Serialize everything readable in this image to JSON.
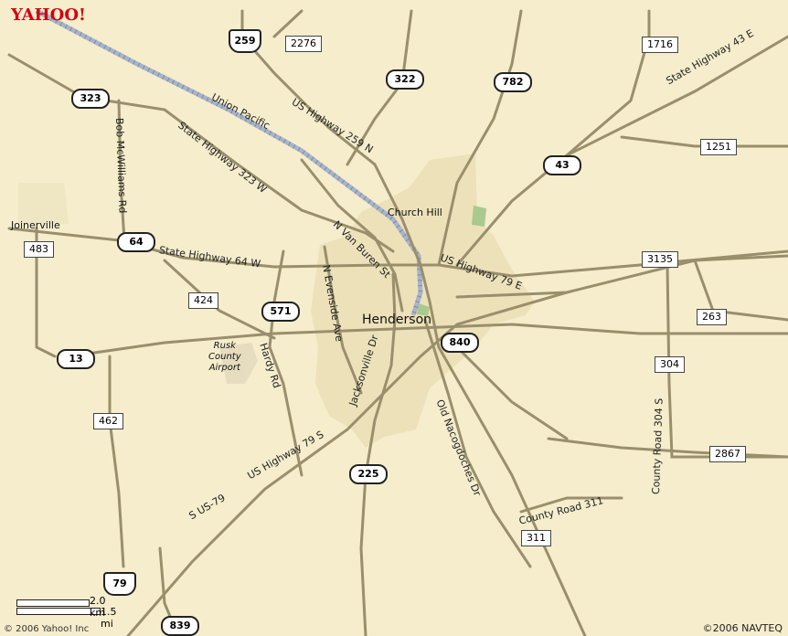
{
  "branding": {
    "logo": "YAHOO!",
    "copyright_left": "© 2006 Yahoo! Inc",
    "copyright_right": "©2006 NAVTEQ"
  },
  "scale": {
    "km": "2.0 km",
    "mi": "1.5 mi"
  },
  "colors": {
    "background": "#f5edcc",
    "urban": "#ece1b9",
    "road": "#9a8f6c",
    "railway": "#a8b4c8",
    "park": "#a9c98f"
  },
  "cities": {
    "main": "Henderson",
    "church_hill": "Church Hill",
    "joinerville": "Joinerville",
    "airport": "Rusk\nCounty\nAirport"
  },
  "road_labels": [
    "Union Pacific",
    "US Highway 259 N",
    "State Highway 323 W",
    "Bob McWilliams Rd",
    "State Highway 64 W",
    "N Van Buren St",
    "N Evenside Ave",
    "US Highway 79 E",
    "Hardy Rd",
    "Jacksonville Dr",
    "US Highway 79 S",
    "S US-79",
    "Old Nacogdoches Dr",
    "County Road 311",
    "County Road 304 S",
    "State Highway 43 E"
  ],
  "shields": {
    "oval": [
      "323",
      "322",
      "782",
      "43",
      "64",
      "571",
      "13",
      "840",
      "225",
      "839"
    ],
    "box": [
      "2276",
      "1716",
      "1251",
      "483",
      "424",
      "3135",
      "263",
      "304",
      "462",
      "2867",
      "311"
    ],
    "us": [
      "259",
      "79"
    ]
  }
}
